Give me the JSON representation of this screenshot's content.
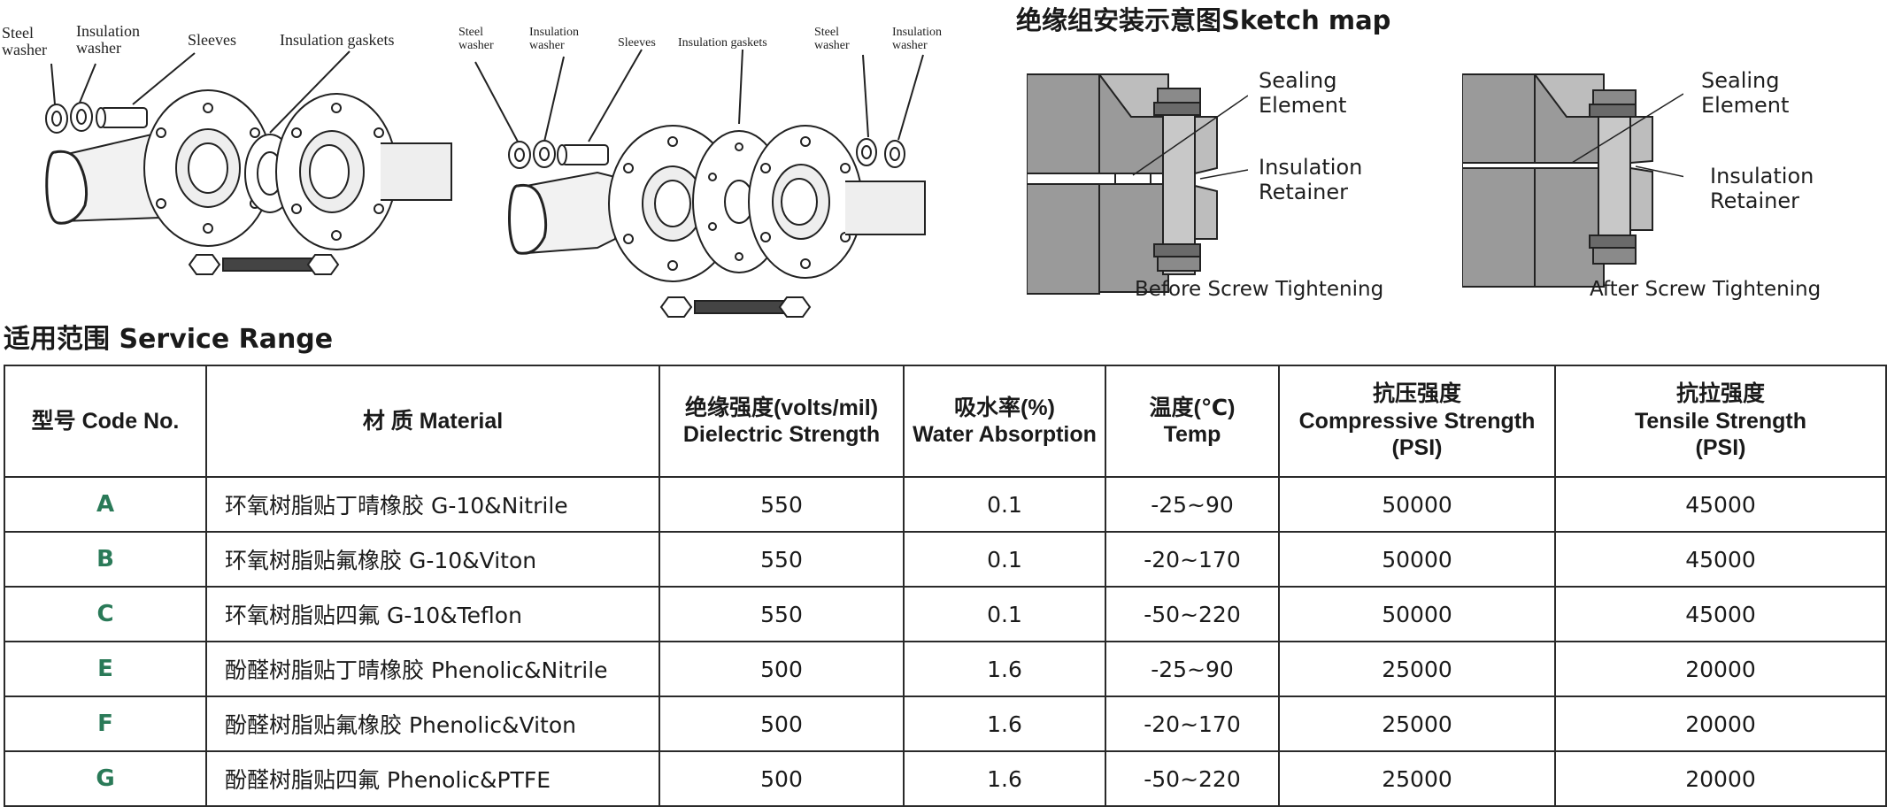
{
  "diagram_left": {
    "labels": {
      "steel_washer": "Steel\nwasher",
      "insulation_washer": "Insulation\nwasher",
      "sleeves": "Sleeves",
      "insulation_gaskets": "Insulation gaskets"
    }
  },
  "diagram_middle": {
    "labels": {
      "steel_washer_left": "Steel\nwasher",
      "insulation_washer_left": "Insulation\nwasher",
      "sleeves": "Sleeves",
      "insulation_gaskets": "Insulation gaskets",
      "steel_washer_right": "Steel\nwasher",
      "insulation_washer_right": "Insulation\nwasher"
    }
  },
  "sketch": {
    "title": "绝缘组安装示意图Sketch map",
    "before": {
      "sealing_element": "Sealing\nElement",
      "insulation_retainer": "Insulation\nRetainer",
      "caption": "Before Screw Tightening"
    },
    "after": {
      "sealing_element": "Sealing\nElement",
      "insulation_retainer": "Insulation\nRetainer",
      "caption": "After Screw Tightening"
    }
  },
  "service_range": {
    "title": "适用范围 Service Range",
    "headers": {
      "code": "型号 Code No.",
      "material": "材 质  Material",
      "dielectric_cn": "绝缘强度(volts/mil)",
      "dielectric_en": "Dielectric Strength",
      "water_cn": "吸水率(%)",
      "water_en": "Water Absorption",
      "temp_cn": "温度(℃)",
      "temp_en": "Temp",
      "compressive_cn": "抗压强度",
      "compressive_en": "Compressive Strength",
      "compressive_unit": "(PSI)",
      "tensile_cn": "抗拉强度",
      "tensile_en": "Tensile Strength",
      "tensile_unit": "(PSI)"
    },
    "rows": [
      {
        "code": "A",
        "material": "环氧树脂贴丁晴橡胶 G-10&Nitrile",
        "dielectric": "550",
        "water": "0.1",
        "temp": "-25~90",
        "compressive": "50000",
        "tensile": "45000"
      },
      {
        "code": "B",
        "material": "环氧树脂贴氟橡胶 G-10&Viton",
        "dielectric": "550",
        "water": "0.1",
        "temp": "-20~170",
        "compressive": "50000",
        "tensile": "45000"
      },
      {
        "code": "C",
        "material": "环氧树脂贴四氟 G-10&Teflon",
        "dielectric": "550",
        "water": "0.1",
        "temp": "-50~220",
        "compressive": "50000",
        "tensile": "45000"
      },
      {
        "code": "E",
        "material": "酚醛树脂贴丁晴橡胶 Phenolic&Nitrile",
        "dielectric": "500",
        "water": "1.6",
        "temp": "-25~90",
        "compressive": "25000",
        "tensile": "20000"
      },
      {
        "code": "F",
        "material": "酚醛树脂贴氟橡胶 Phenolic&Viton",
        "dielectric": "500",
        "water": "1.6",
        "temp": "-20~170",
        "compressive": "25000",
        "tensile": "20000"
      },
      {
        "code": "G",
        "material": "酚醛树脂贴四氟 Phenolic&PTFE",
        "dielectric": "500",
        "water": "1.6",
        "temp": "-50~220",
        "compressive": "25000",
        "tensile": "20000"
      }
    ],
    "colors": {
      "code_text": "#2a7a58",
      "border": "#2a2a2a"
    }
  }
}
